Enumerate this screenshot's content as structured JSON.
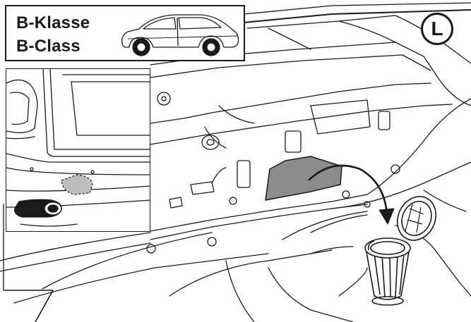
{
  "title": {
    "german": "B-Klasse",
    "english": "B-Class"
  },
  "badge": {
    "letter": "L"
  },
  "colors": {
    "line": "#1a1a1a",
    "part_fill": "#8c8c8c",
    "inset_highlight": "#bdbdbd",
    "background": "#ffffff"
  },
  "icons": [
    "car-side-icon",
    "trash-can-icon",
    "curved-arrow-icon"
  ]
}
